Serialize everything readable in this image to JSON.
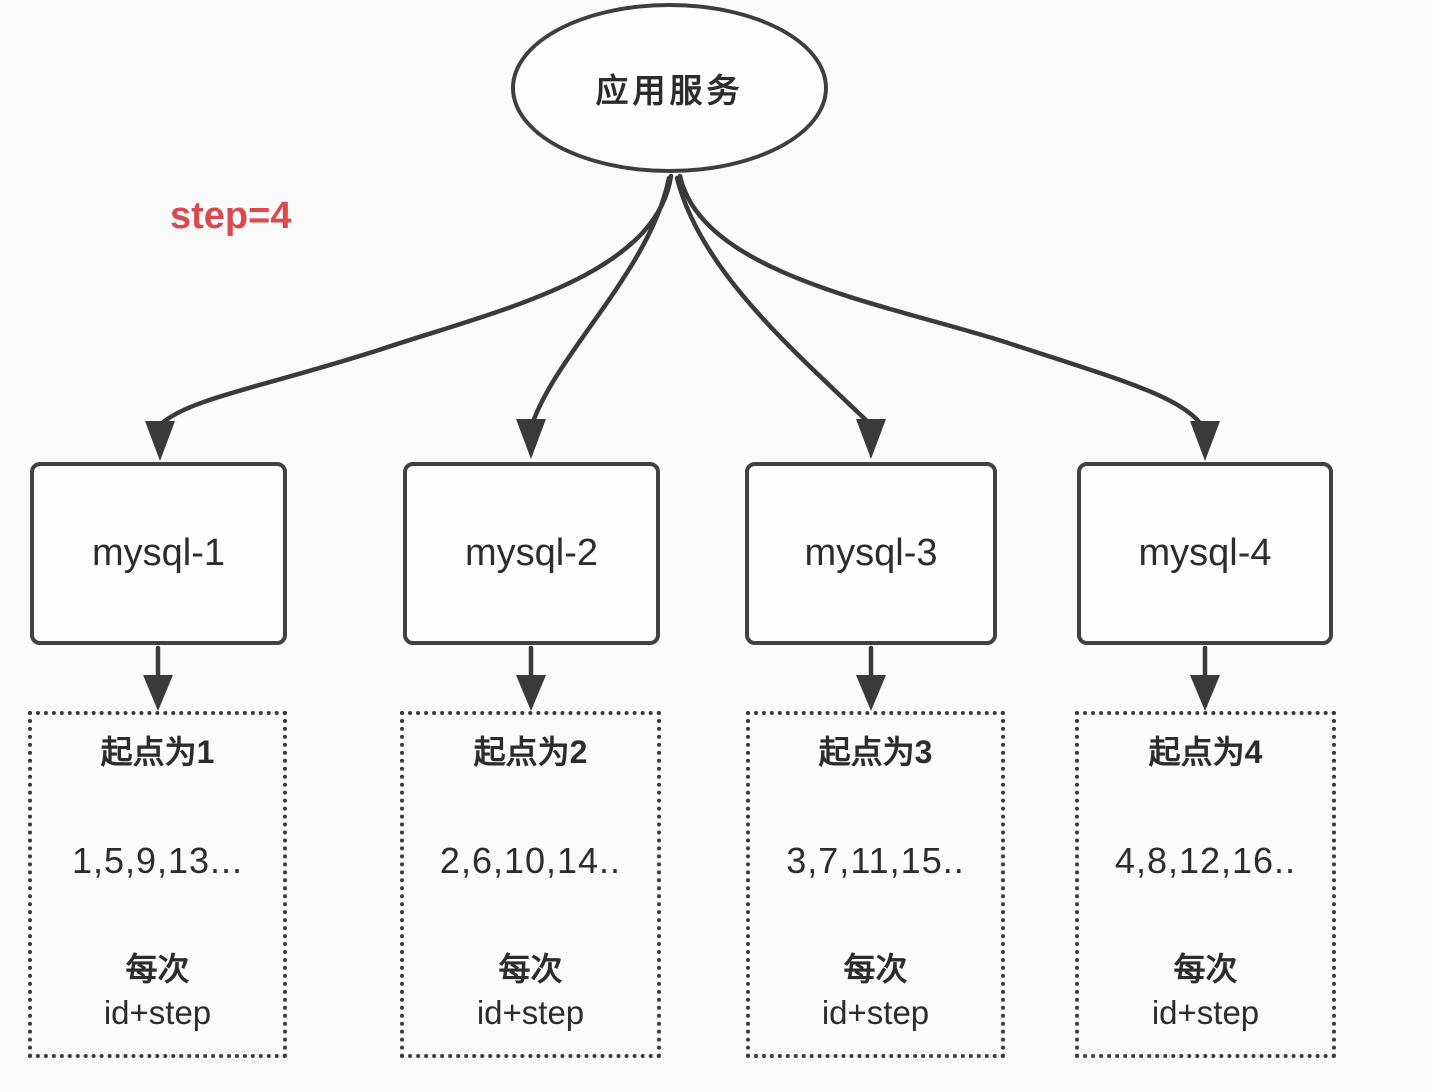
{
  "diagram": {
    "background_color": "#fbfbfc",
    "line_color": "#3a3a3c",
    "text_color": "#2c2c2e",
    "root_node": {
      "label": "应用服务"
    },
    "annotation": {
      "label": "step=4",
      "color": "#d94a4f"
    },
    "columns": [
      {
        "db_label": "mysql-1",
        "start_title": "起点为1",
        "sequence": "1,5,9,13...",
        "rule_line1": "每次",
        "rule_line2": "id+step"
      },
      {
        "db_label": "mysql-2",
        "start_title": "起点为2",
        "sequence": "2,6,10,14..",
        "rule_line1": "每次",
        "rule_line2": "id+step"
      },
      {
        "db_label": "mysql-3",
        "start_title": "起点为3",
        "sequence": "3,7,11,15..",
        "rule_line1": "每次",
        "rule_line2": "id+step"
      },
      {
        "db_label": "mysql-4",
        "start_title": "起点为4",
        "sequence": "4,8,12,16..",
        "rule_line1": "每次",
        "rule_line2": "id+step"
      }
    ]
  }
}
